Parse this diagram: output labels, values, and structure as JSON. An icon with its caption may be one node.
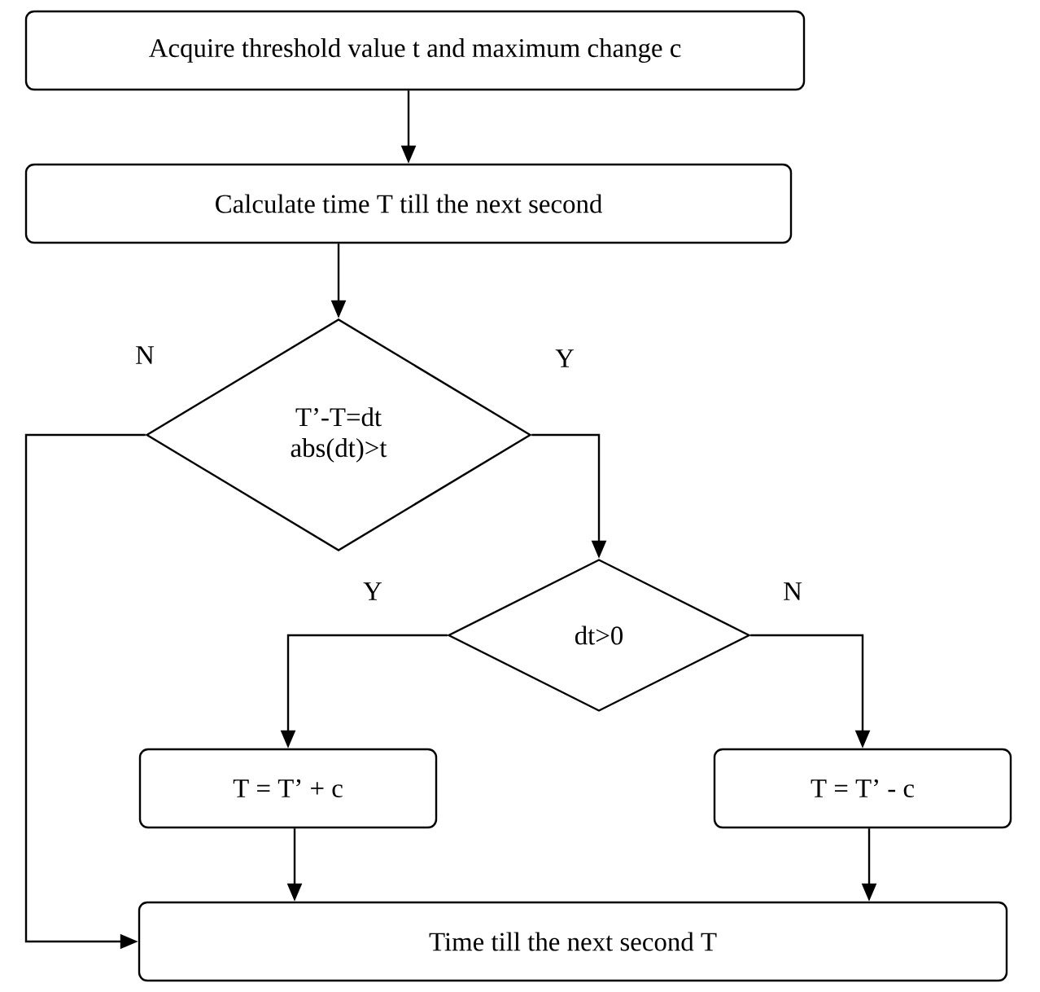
{
  "diagram": {
    "nodes": [
      {
        "text": [
          "Acquire threshold value t and maximum change c"
        ]
      },
      {
        "text": [
          "Calculate time T till the next second"
        ]
      },
      {
        "text": [
          "T’-T=dt abs(dt)>t"
        ]
      },
      {
        "text": [
          "dt>0"
        ]
      },
      {
        "text": [
          "T = T’ + c"
        ]
      },
      {
        "text": [
          "T = T’ - c"
        ]
      },
      {
        "text": [
          "Time till the next second T"
        ]
      }
    ],
    "edges": [
      {
        "from": 0,
        "to": 1,
        "arrow": "to"
      },
      {
        "from": 1,
        "to": 2,
        "arrow": "to"
      },
      {
        "from": 2,
        "to": 3,
        "arrow": "to",
        "label": "Y"
      },
      {
        "from": 2,
        "to": 6,
        "arrow": "to",
        "label": "N"
      },
      {
        "from": 3,
        "to": 4,
        "arrow": "to",
        "label": "Y"
      },
      {
        "from": 3,
        "to": 5,
        "arrow": "to",
        "label": "N"
      },
      {
        "from": 4,
        "to": 6,
        "arrow": "to"
      },
      {
        "from": 5,
        "to": 6,
        "arrow": "to"
      }
    ]
  }
}
